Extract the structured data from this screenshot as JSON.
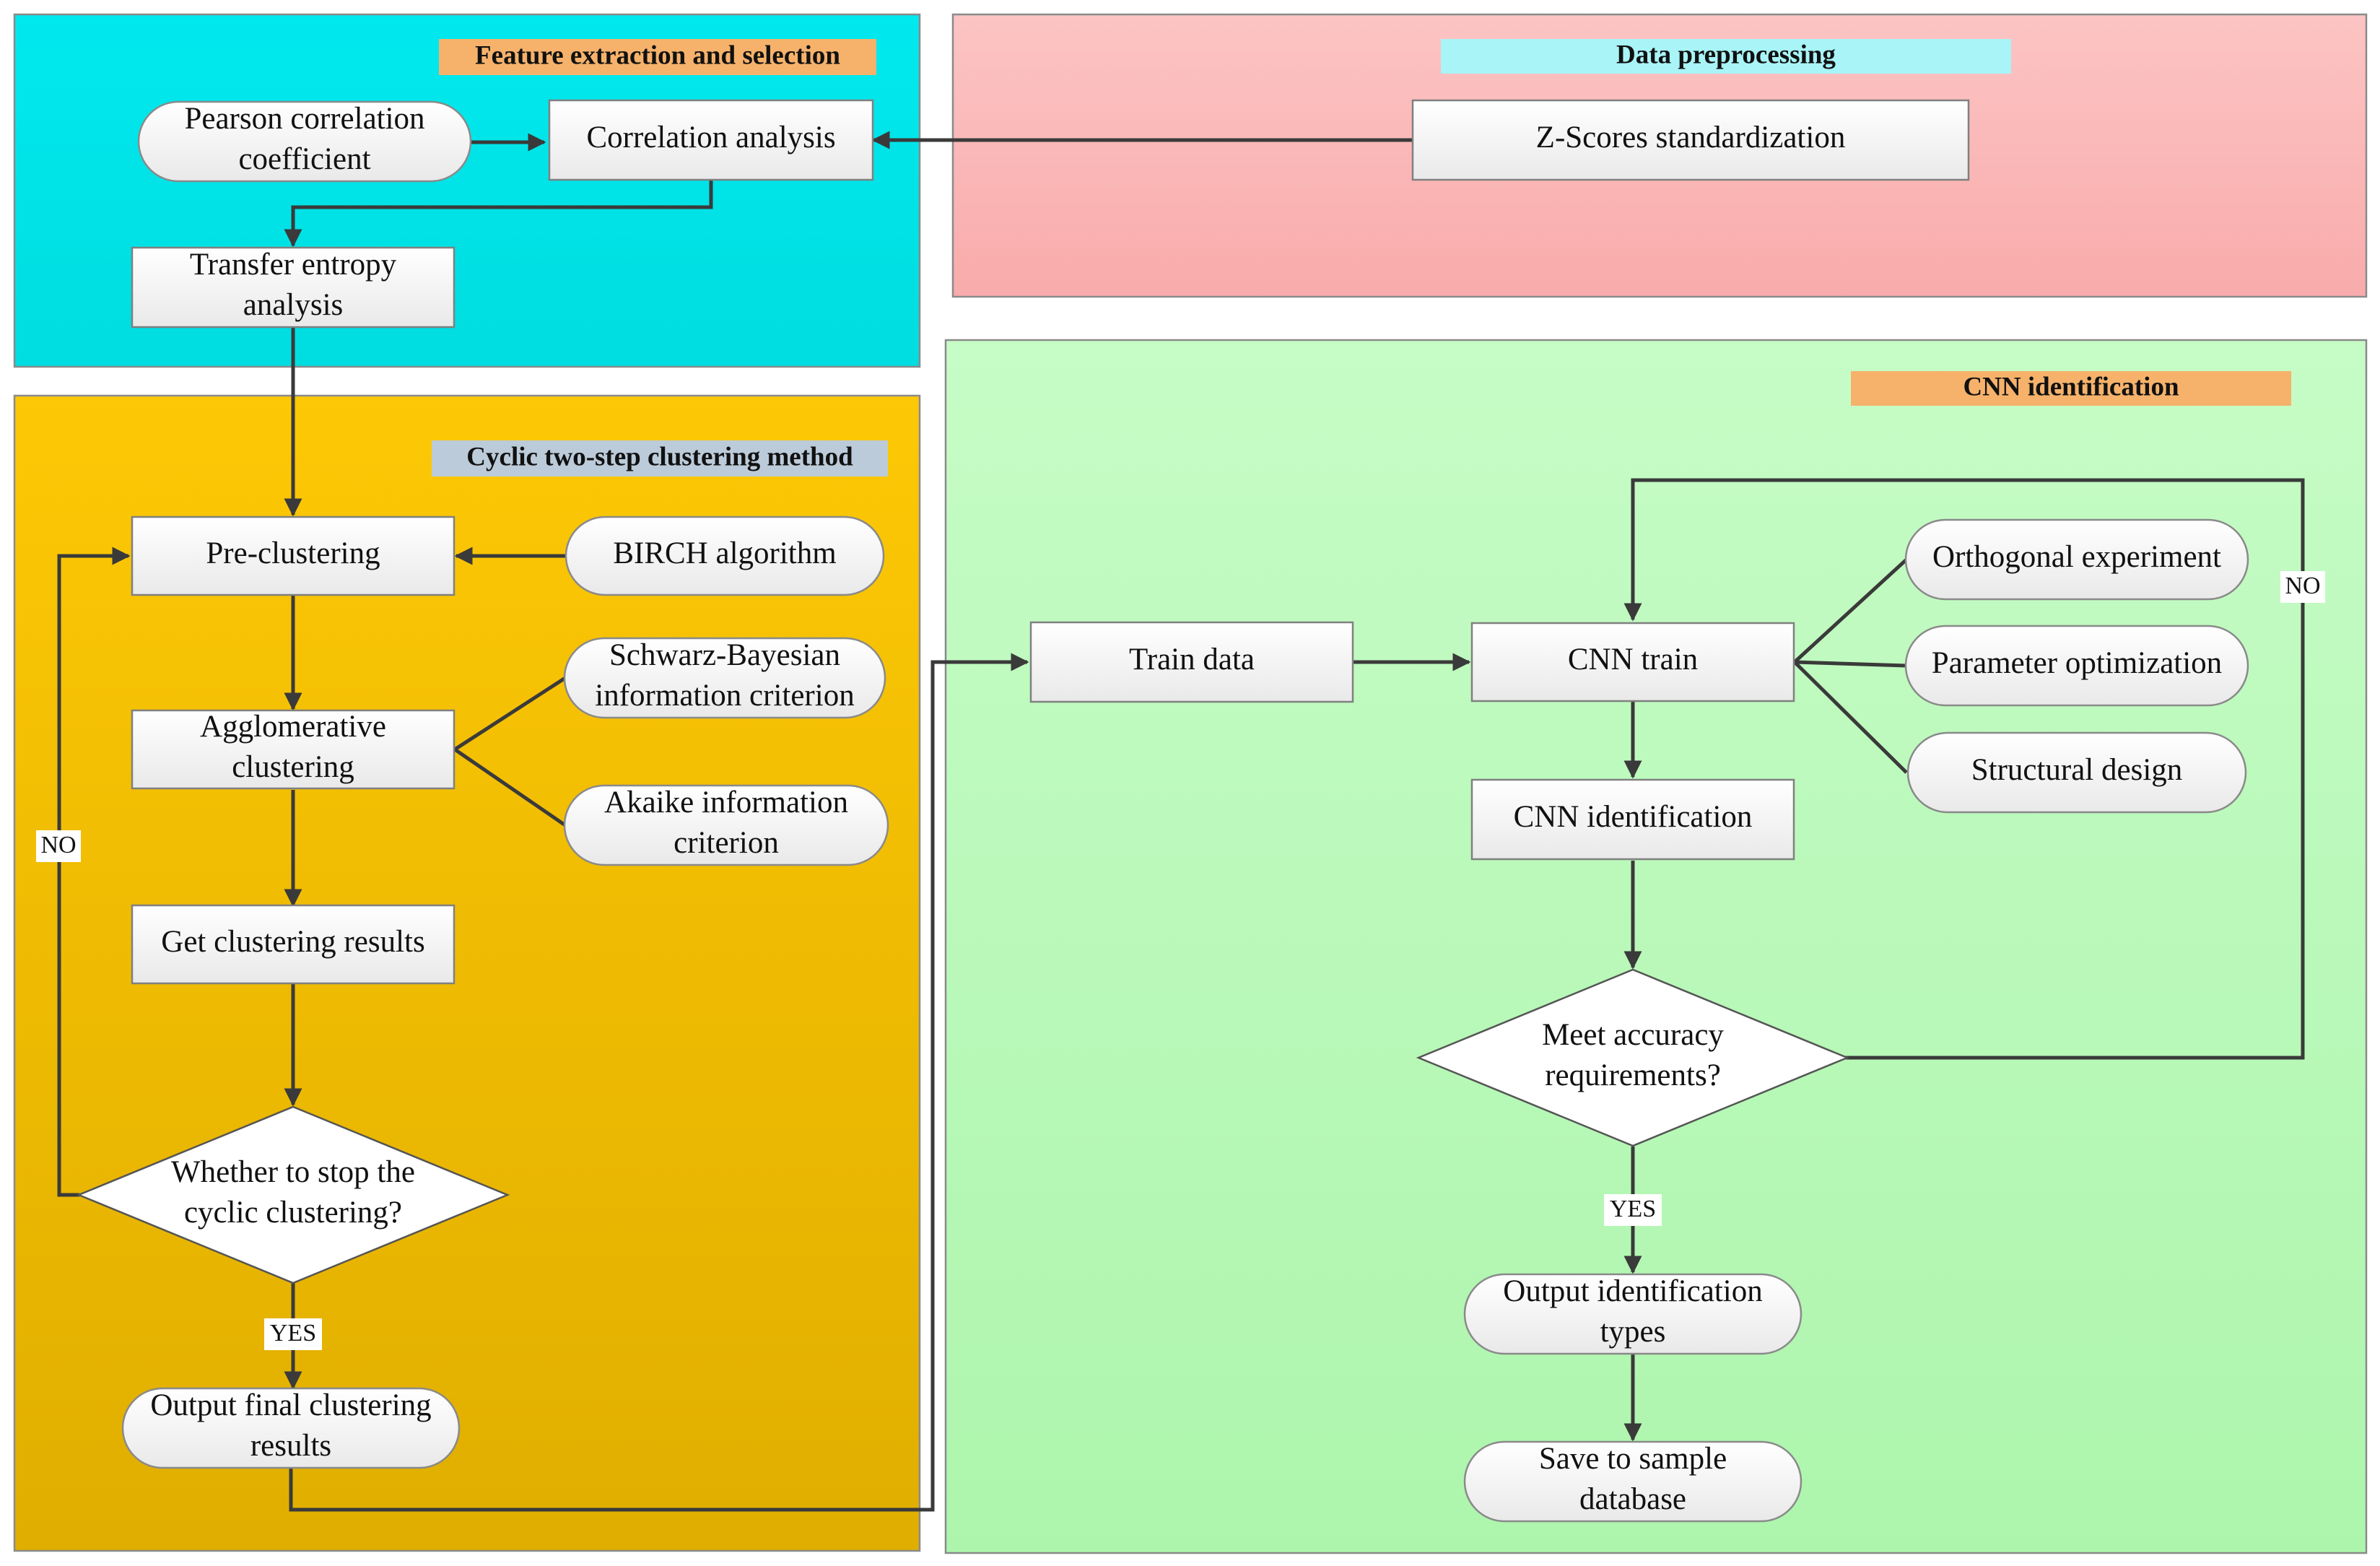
{
  "panels": {
    "feature": {
      "label": "Feature extraction and selection",
      "label_color": "#f6b26b",
      "fill": "#00e5e8"
    },
    "preprocess": {
      "label": "Data preprocessing",
      "label_color": "#9ef2f5",
      "fill": "#fbb8b8"
    },
    "cluster": {
      "label": "Cyclic two-step clustering method",
      "label_color": "#b7c9d9",
      "fill": "#f1be00"
    },
    "cnn": {
      "label": "CNN identification",
      "label_color": "#f6b26b",
      "fill": "#b7f7b7"
    }
  },
  "nodes": {
    "pearson": [
      "Pearson correlation",
      "coefficient"
    ],
    "correlation": [
      "Correlation analysis"
    ],
    "zscore": [
      "Z-Scores standardization"
    ],
    "transfer": [
      "Transfer entropy",
      "analysis"
    ],
    "precluster": [
      "Pre-clustering"
    ],
    "birch": [
      "BIRCH algorithm"
    ],
    "agglo": [
      "Agglomerative",
      "clustering"
    ],
    "sbic": [
      "Schwarz-Bayesian",
      "information criterion"
    ],
    "aic": [
      "Akaike information",
      "criterion"
    ],
    "getresults": [
      "Get clustering results"
    ],
    "whether": [
      "Whether to stop the",
      "cyclic clustering?"
    ],
    "output_final": [
      "Output final clustering",
      "results"
    ],
    "train_data": [
      "Train data"
    ],
    "cnn_train": [
      "CNN train"
    ],
    "orthogonal": [
      "Orthogonal experiment"
    ],
    "param_opt": [
      "Parameter optimization"
    ],
    "structural": [
      "Structural design"
    ],
    "cnn_ident": [
      "CNN identification"
    ],
    "meet": [
      "Meet accuracy",
      "requirements?"
    ],
    "output_types": [
      "Output identification",
      "types"
    ],
    "save": [
      "Save to sample",
      "database"
    ]
  },
  "edge_labels": {
    "cluster_no": "NO",
    "cluster_yes": "YES",
    "cnn_no": "NO",
    "cnn_yes": "YES"
  }
}
